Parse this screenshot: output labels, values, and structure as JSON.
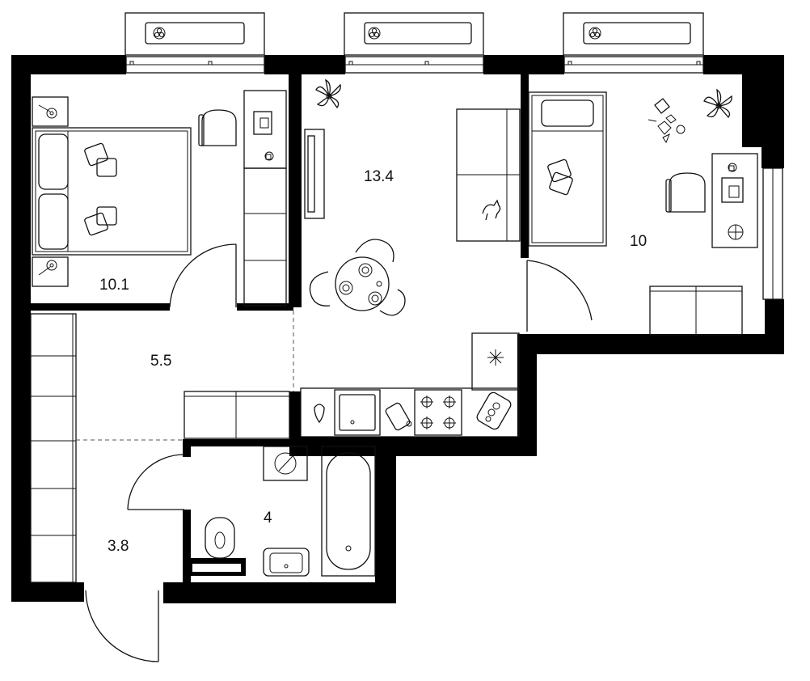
{
  "plan": {
    "rooms": [
      {
        "id": "bedroom",
        "area": "10.1"
      },
      {
        "id": "living-kitchen",
        "area": "13.4"
      },
      {
        "id": "kids-room",
        "area": "10"
      },
      {
        "id": "hall",
        "area": "5.5"
      },
      {
        "id": "bathroom",
        "area": "4"
      },
      {
        "id": "entrance",
        "area": "3.8"
      }
    ]
  },
  "colors": {
    "wall": "#000000",
    "line": "#111111",
    "background": "#ffffff"
  },
  "icons": [
    "fan-icon",
    "plant-icon",
    "cat-icon",
    "snowflake-icon",
    "toys-icon"
  ]
}
